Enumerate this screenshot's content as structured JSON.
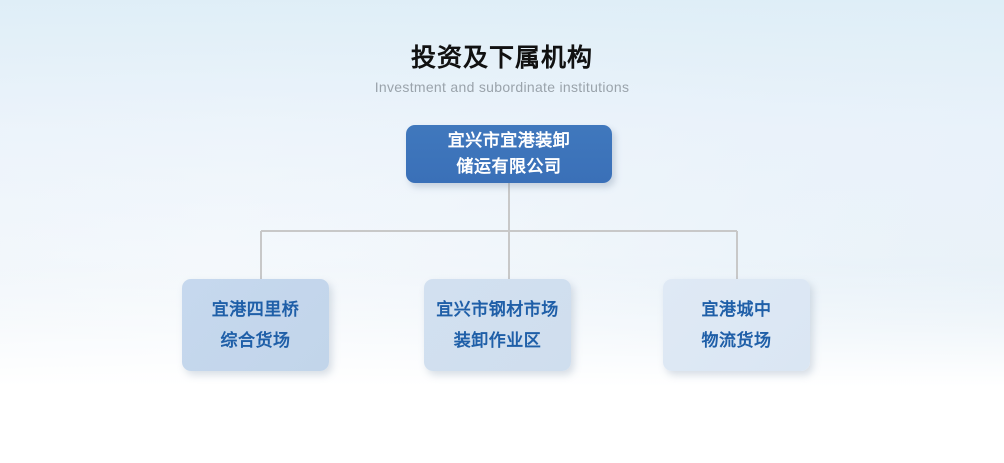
{
  "header": {
    "title": "投资及下属机构",
    "subtitle": "Investment and subordinate institutions"
  },
  "org_chart": {
    "root": {
      "line1": "宜兴市宜港装卸",
      "line2": "储运有限公司"
    },
    "children": [
      {
        "line1": "宜港四里桥",
        "line2": "综合货场"
      },
      {
        "line1": "宜兴市钢材市场",
        "line2": "装卸作业区"
      },
      {
        "line1": "宜港城中",
        "line2": "物流货场"
      }
    ]
  },
  "colors": {
    "root_fill": "#3a70b8",
    "root_text": "#ffffff",
    "child_text": "#1f5fa8",
    "child_fill_left": "#c3d6ec",
    "child_fill_middle": "#d0def0",
    "child_fill_right": "#dce7f3",
    "connector_line": "#c8c8c8",
    "title_text": "#111111",
    "subtitle_text": "#9aa3ab",
    "background_top": "#e9f2f9",
    "background_bottom": "#ffffff"
  }
}
